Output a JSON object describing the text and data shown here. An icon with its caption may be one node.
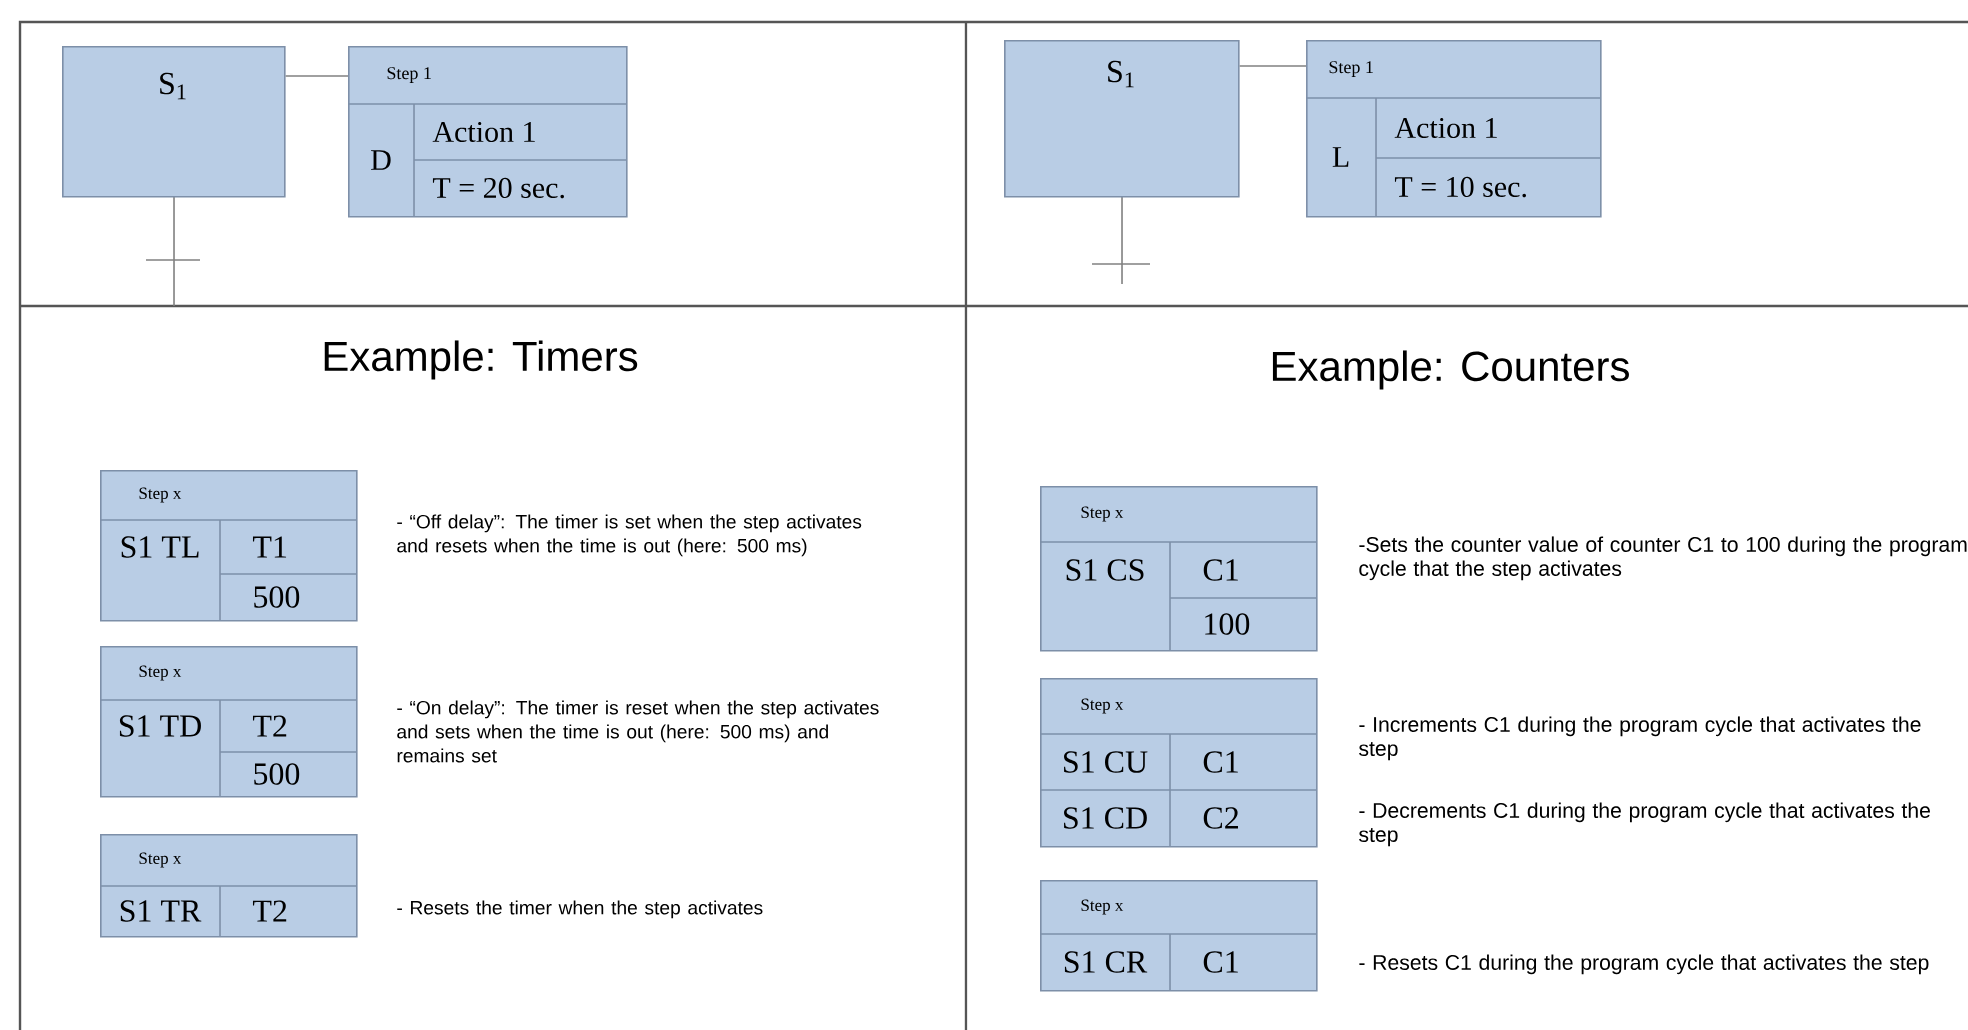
{
  "diagram": {
    "nodes": [
      {
        "text": [
          "S$_{1}$"
        ]
      },
      {
        "text": [
          "Step 1",
          "D",
          "Action 1",
          "T = 20 sec."
        ]
      },
      {
        "text": [
          "S$_{1}$"
        ]
      },
      {
        "text": [
          "Step 1",
          "L",
          "Action 1",
          "T = 10 sec."
        ]
      },
      {
        "text": [
          "Step x",
          "S1 TL",
          "T1",
          "500"
        ],
        "beside": [
          "- “Off delay”: The timer is set when the step activates and resets when the time is out (here: 500 ms)"
        ]
      },
      {
        "text": [
          "Step x",
          "S1 TD",
          "T2",
          "500"
        ],
        "beside": [
          "- “On delay”: The timer is reset when the step activates and sets when the time is out (here: 500 ms) and remains set"
        ]
      },
      {
        "text": [
          "Step x",
          "S1 TR",
          "T2"
        ],
        "beside": [
          "- Resets the timer when the step activates"
        ]
      },
      {
        "text": [
          "Step x",
          "S1 CS",
          "C1",
          "100"
        ],
        "beside": [
          "-Sets the counter value of counter C1 to 100 during the program cycle that the step activates"
        ]
      },
      {
        "text": [
          "Step x",
          "S1 CU",
          "C1",
          "S1 CD",
          "C2"
        ],
        "beside": [
          "- Increments C1 during the program cycle that activates the step",
          "- Decrements C1 during the program cycle that activates the step"
        ]
      },
      {
        "text": [
          "Step x",
          "S1 CR",
          "C1"
        ],
        "beside": [
          "- Resets C1 during the program cycle that activates the step"
        ]
      }
    ],
    "edges": [
      {
        "from": 0,
        "to": 1,
        "arrow": "none"
      },
      {
        "from": 2,
        "to": 3,
        "arrow": "none"
      }
    ],
    "labels": [
      "Example: Timers",
      "Example: Counters"
    ]
  }
}
